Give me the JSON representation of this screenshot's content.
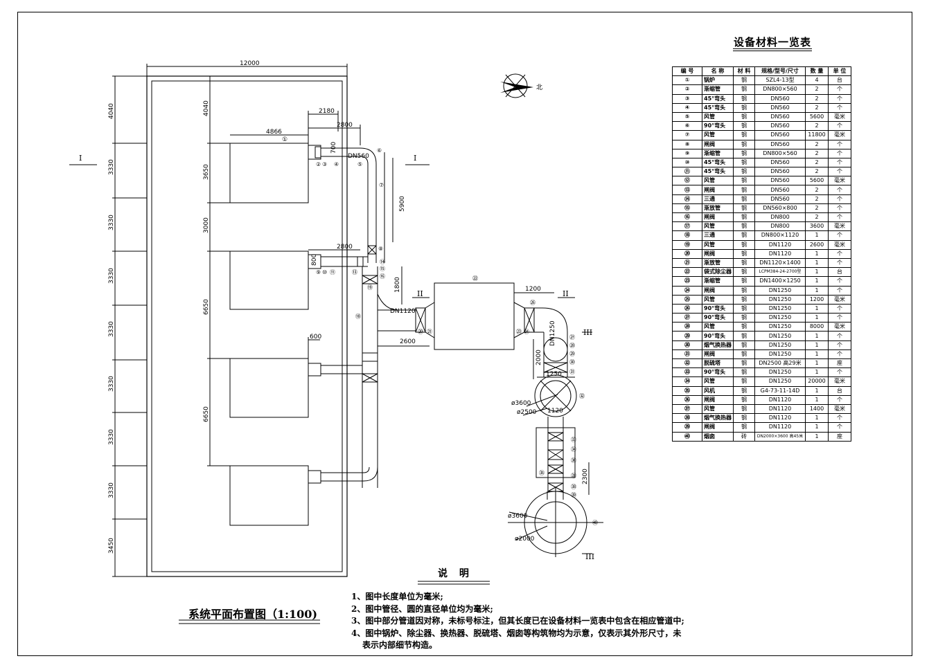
{
  "drawing": {
    "main_title": "系统平面布置图（1:100)",
    "section_mark_1": "I",
    "section_mark_2": "II",
    "section_mark_3": "III",
    "north_label": "北"
  },
  "dimensions": {
    "overall_width": "12000",
    "left_stack": [
      "4040",
      "3330",
      "3330",
      "3330",
      "3330",
      "3330",
      "3330",
      "3330",
      "3450"
    ],
    "inner_left": [
      "4040",
      "3650",
      "3000",
      "6650",
      "6650"
    ],
    "boiler_width": "4866",
    "pipe_2180": "2180",
    "pipe_2800a": "2800",
    "pipe_2800b": "2800",
    "pipe_700": "700",
    "pipe_5900": "5900",
    "pipe_1800": "1800",
    "pipe_2600": "2600",
    "pipe_1200": "1200",
    "pipe_2000": "2000",
    "pipe_2300": "2300",
    "pipe_1250": "1250",
    "pipe_1120": "1120",
    "pipe_600": "600",
    "pipe_800": "800",
    "dn560": "DN560",
    "dn1120": "DN1120",
    "dn1250": "DN1250",
    "dia_3600": "ø3600",
    "dia_2500": "ø2500",
    "dia_3600b": "ø3600",
    "dia_2000": "ø2000"
  },
  "table": {
    "title": "设备材料一览表",
    "headers": [
      "编 号",
      "名 称",
      "材 料",
      "规格/型号/尺寸",
      "数 量",
      "单 位"
    ],
    "rows": [
      [
        "①",
        "锅炉",
        "钢",
        "SZL4-13型",
        "4",
        "台"
      ],
      [
        "②",
        "渐缩管",
        "钢",
        "DN800×560",
        "2",
        "个"
      ],
      [
        "③",
        "45°弯头",
        "钢",
        "DN560",
        "2",
        "个"
      ],
      [
        "④",
        "45°弯头",
        "钢",
        "DN560",
        "2",
        "个"
      ],
      [
        "⑤",
        "风管",
        "钢",
        "DN560",
        "5600",
        "毫米"
      ],
      [
        "⑥",
        "90°弯头",
        "钢",
        "DN560",
        "2",
        "个"
      ],
      [
        "⑦",
        "风管",
        "钢",
        "DN560",
        "11800",
        "毫米"
      ],
      [
        "⑧",
        "闸阀",
        "钢",
        "DN560",
        "2",
        "个"
      ],
      [
        "⑨",
        "渐缩管",
        "钢",
        "DN800×560",
        "2",
        "个"
      ],
      [
        "⑩",
        "45°弯头",
        "钢",
        "DN560",
        "2",
        "个"
      ],
      [
        "⑪",
        "45°弯头",
        "钢",
        "DN560",
        "2",
        "个"
      ],
      [
        "⑫",
        "风管",
        "钢",
        "DN560",
        "5600",
        "毫米"
      ],
      [
        "⑬",
        "闸阀",
        "钢",
        "DN560",
        "2",
        "个"
      ],
      [
        "⑭",
        "三通",
        "钢",
        "DN560",
        "2",
        "个"
      ],
      [
        "⑮",
        "渐放管",
        "钢",
        "DN560×800",
        "2",
        "个"
      ],
      [
        "⑯",
        "闸阀",
        "钢",
        "DN800",
        "2",
        "个"
      ],
      [
        "⑰",
        "风管",
        "钢",
        "DN800",
        "3600",
        "毫米"
      ],
      [
        "⑱",
        "三通",
        "钢",
        "DN800×1120",
        "1",
        "个"
      ],
      [
        "⑲",
        "风管",
        "钢",
        "DN1120",
        "2600",
        "毫米"
      ],
      [
        "⑳",
        "闸阀",
        "钢",
        "DN1120",
        "1",
        "个"
      ],
      [
        "㉑",
        "渐放管",
        "钢",
        "DN1120×1400",
        "1",
        "个"
      ],
      [
        "㉒",
        "袋式除尘器",
        "钢",
        "LCPM384-24-2700型",
        "1",
        "台"
      ],
      [
        "㉓",
        "渐缩管",
        "钢",
        "DN1400×1250",
        "1",
        "个"
      ],
      [
        "㉔",
        "闸阀",
        "钢",
        "DN1250",
        "1",
        "个"
      ],
      [
        "㉕",
        "风管",
        "钢",
        "DN1250",
        "1200",
        "毫米"
      ],
      [
        "㉖",
        "90°弯头",
        "钢",
        "DN1250",
        "1",
        "个"
      ],
      [
        "㉗",
        "90°弯头",
        "钢",
        "DN1250",
        "1",
        "个"
      ],
      [
        "㉘",
        "风管",
        "钢",
        "DN1250",
        "8000",
        "毫米"
      ],
      [
        "㉙",
        "90°弯头",
        "钢",
        "DN1250",
        "1",
        "个"
      ],
      [
        "㉚",
        "烟气换热器",
        "钢",
        "DN1250",
        "1",
        "个"
      ],
      [
        "㉛",
        "闸阀",
        "钢",
        "DN1250",
        "1",
        "个"
      ],
      [
        "㉜",
        "脱硫塔",
        "钢",
        "DN2500 高29米",
        "1",
        "座"
      ],
      [
        "㉝",
        "90°弯头",
        "钢",
        "DN1250",
        "1",
        "个"
      ],
      [
        "㉞",
        "风管",
        "钢",
        "DN1250",
        "20000",
        "毫米"
      ],
      [
        "㉟",
        "风机",
        "钢",
        "G4-73-11-14D",
        "1",
        "台"
      ],
      [
        "㊱",
        "闸阀",
        "钢",
        "DN1120",
        "1",
        "个"
      ],
      [
        "㊲",
        "风管",
        "钢",
        "DN1120",
        "1400",
        "毫米"
      ],
      [
        "㊳",
        "烟气换热器",
        "钢",
        "DN1120",
        "1",
        "个"
      ],
      [
        "㊴",
        "闸阀",
        "钢",
        "DN1120",
        "1",
        "个"
      ],
      [
        "㊵",
        "烟囱",
        "砖",
        "DN2000×3600 高45米",
        "1",
        "座"
      ]
    ]
  },
  "notes": {
    "title": "说 明",
    "items": [
      "1、图中长度单位为毫米;",
      "2、图中管径、圆的直径单位均为毫米;",
      "3、图中部分管道因对称，未标号标注，但其长度已在设备材料一览表中包含在相应管道中;",
      "4、图中锅炉、除尘器、换热器、脱硫塔、烟囱等构筑物均为示意，仅表示其外形尺寸，未",
      "表示内部细节构造。"
    ]
  },
  "labels": {
    "n1": "①",
    "n2": "②",
    "n3": "③",
    "n4": "④",
    "n5": "⑤",
    "n6": "⑥",
    "n7": "⑦",
    "n9": "⑨",
    "n10": "⑩",
    "n11": "⑪",
    "n13": "⑬",
    "n14": "⑭",
    "n15": "⑮",
    "n16": "⑯",
    "n18": "⑱",
    "n20": "⑳",
    "n21": "㉑",
    "n22": "㉒",
    "n23": "㉓",
    "n24": "㉔",
    "n26": "㉖",
    "n27": "㉗",
    "n28": "㉘",
    "n29": "㉙",
    "n30": "㉚",
    "n31": "㉛",
    "n32": "㉜",
    "n33": "㉝",
    "n34": "㉞",
    "n35": "㉟",
    "n36": "㊱",
    "n37": "㊲",
    "n38": "㊳",
    "n39": "㊴",
    "n40": "㊵",
    "n19": "⑲",
    "n8": "⑧"
  }
}
